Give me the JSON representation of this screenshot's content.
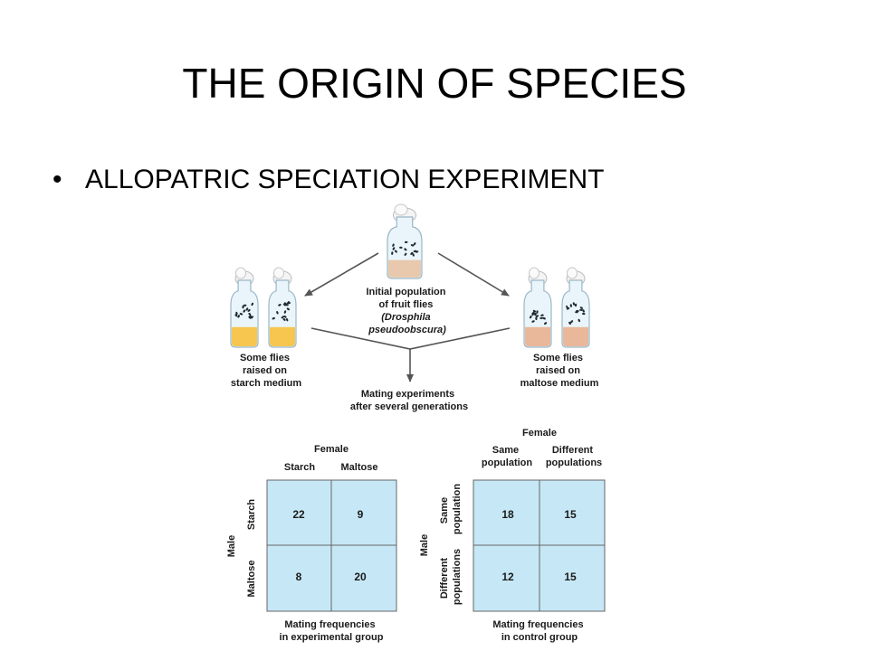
{
  "slide": {
    "title": "THE ORIGIN OF SPECIES",
    "bullet": "ALLOPATRIC SPECIATION EXPERIMENT"
  },
  "diagram": {
    "initial_label": [
      "Initial population",
      "of fruit flies",
      "(Drosphila",
      "pseudoobscura)"
    ],
    "starch_label": [
      "Some flies",
      "raised on",
      "starch medium"
    ],
    "maltose_label": [
      "Some flies",
      "raised on",
      "maltose medium"
    ],
    "mating_label": [
      "Mating experiments",
      "after several generations"
    ],
    "colors": {
      "starch": "#f6c64e",
      "maltose": "#e9b79a",
      "initial": "#e8c9ad",
      "grid": "#c6e8f6",
      "arrow": "#555555"
    }
  },
  "tables": {
    "experimental": {
      "female": "Female",
      "male": "Male",
      "col_headers": [
        "Starch",
        "Maltose"
      ],
      "row_headers": [
        "Starch",
        "Maltose"
      ],
      "values": [
        [
          "22",
          "9"
        ],
        [
          "8",
          "20"
        ]
      ],
      "caption": [
        "Mating frequencies",
        "in experimental group"
      ]
    },
    "control": {
      "female": "Female",
      "male": "Male",
      "col_headers": [
        [
          "Same",
          "population"
        ],
        [
          "Different",
          "populations"
        ]
      ],
      "row_headers": [
        [
          "Same",
          "population"
        ],
        [
          "Different",
          "populations"
        ]
      ],
      "values": [
        [
          "18",
          "15"
        ],
        [
          "12",
          "15"
        ]
      ],
      "caption": [
        "Mating frequencies",
        "in control group"
      ]
    }
  }
}
